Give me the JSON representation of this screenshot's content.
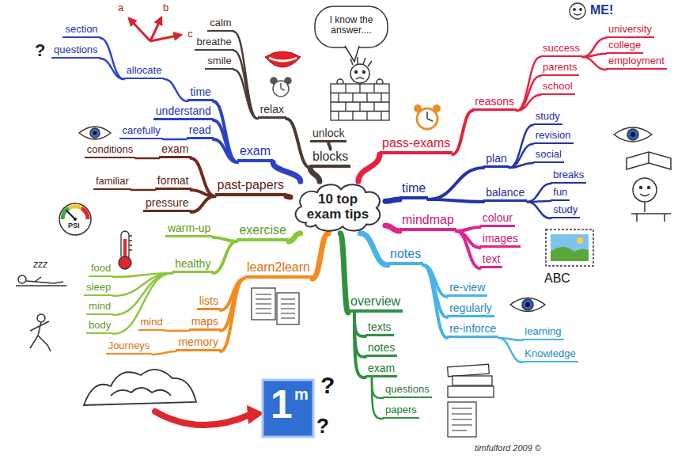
{
  "diagram": {
    "nodes": [
      {
        "text": [
          "10 top exam tips"
        ]
      },
      {
        "text": [
          "blocks"
        ]
      },
      {
        "text": [
          "unlock"
        ]
      },
      {
        "text": [
          "relax"
        ]
      },
      {
        "text": [
          "calm"
        ]
      },
      {
        "text": [
          "breathe"
        ]
      },
      {
        "text": [
          "smile"
        ]
      },
      {
        "text": [
          "pass-exams"
        ]
      },
      {
        "text": [
          "reasons"
        ]
      },
      {
        "text": [
          "success"
        ]
      },
      {
        "text": [
          "university"
        ]
      },
      {
        "text": [
          "college"
        ]
      },
      {
        "text": [
          "employment"
        ]
      },
      {
        "text": [
          "parents"
        ]
      },
      {
        "text": [
          "school"
        ]
      },
      {
        "text": [
          "time"
        ]
      },
      {
        "text": [
          "plan"
        ]
      },
      {
        "text": [
          "study"
        ]
      },
      {
        "text": [
          "revision"
        ]
      },
      {
        "text": [
          "social"
        ]
      },
      {
        "text": [
          "balance"
        ]
      },
      {
        "text": [
          "breaks"
        ]
      },
      {
        "text": [
          "fun"
        ]
      },
      {
        "text": [
          "study"
        ]
      },
      {
        "text": [
          "mindmap"
        ]
      },
      {
        "text": [
          "colour"
        ]
      },
      {
        "text": [
          "images"
        ]
      },
      {
        "text": [
          "text"
        ]
      },
      {
        "text": [
          "notes"
        ]
      },
      {
        "text": [
          "re-view"
        ]
      },
      {
        "text": [
          "regularly"
        ]
      },
      {
        "text": [
          "re-inforce"
        ]
      },
      {
        "text": [
          "learning"
        ]
      },
      {
        "text": [
          "Knowledge"
        ]
      },
      {
        "text": [
          "overview"
        ]
      },
      {
        "text": [
          "texts"
        ]
      },
      {
        "text": [
          "notes"
        ]
      },
      {
        "text": [
          "exam"
        ]
      },
      {
        "text": [
          "questions"
        ]
      },
      {
        "text": [
          "papers"
        ]
      },
      {
        "text": [
          "learn2learn"
        ]
      },
      {
        "text": [
          "lists"
        ]
      },
      {
        "text": [
          "maps"
        ]
      },
      {
        "text": [
          "mind"
        ]
      },
      {
        "text": [
          "memory"
        ]
      },
      {
        "text": [
          "Journeys"
        ]
      },
      {
        "text": [
          "exercise"
        ]
      },
      {
        "text": [
          "warm-up"
        ]
      },
      {
        "text": [
          "healthy"
        ]
      },
      {
        "text": [
          "food"
        ]
      },
      {
        "text": [
          "sleep"
        ]
      },
      {
        "text": [
          "mind"
        ]
      },
      {
        "text": [
          "body"
        ]
      },
      {
        "text": [
          "past-papers"
        ]
      },
      {
        "text": [
          "exam"
        ]
      },
      {
        "text": [
          "conditions"
        ]
      },
      {
        "text": [
          "format"
        ]
      },
      {
        "text": [
          "familiar"
        ]
      },
      {
        "text": [
          "pressure"
        ]
      },
      {
        "text": [
          "exam"
        ]
      },
      {
        "text": [
          "time"
        ]
      },
      {
        "text": [
          "allocate"
        ]
      },
      {
        "text": [
          "section"
        ]
      },
      {
        "text": [
          "questions"
        ]
      },
      {
        "text": [
          "understand"
        ]
      },
      {
        "text": [
          "read"
        ]
      },
      {
        "text": [
          "carefully"
        ]
      }
    ],
    "edges": [
      {
        "from": 0,
        "to": 1,
        "arrow": "none"
      },
      {
        "from": 1,
        "to": 2,
        "arrow": "none"
      },
      {
        "from": 1,
        "to": 3,
        "arrow": "none"
      },
      {
        "from": 3,
        "to": 4,
        "arrow": "none"
      },
      {
        "from": 3,
        "to": 5,
        "arrow": "none"
      },
      {
        "from": 3,
        "to": 6,
        "arrow": "none"
      },
      {
        "from": 0,
        "to": 7,
        "arrow": "none"
      },
      {
        "from": 7,
        "to": 8,
        "arrow": "none"
      },
      {
        "from": 8,
        "to": 9,
        "arrow": "none"
      },
      {
        "from": 9,
        "to": 10,
        "arrow": "none"
      },
      {
        "from": 9,
        "to": 11,
        "arrow": "none"
      },
      {
        "from": 9,
        "to": 12,
        "arrow": "none"
      },
      {
        "from": 8,
        "to": 13,
        "arrow": "none"
      },
      {
        "from": 8,
        "to": 14,
        "arrow": "none"
      },
      {
        "from": 0,
        "to": 15,
        "arrow": "none"
      },
      {
        "from": 15,
        "to": 16,
        "arrow": "none"
      },
      {
        "from": 16,
        "to": 17,
        "arrow": "none"
      },
      {
        "from": 16,
        "to": 18,
        "arrow": "none"
      },
      {
        "from": 16,
        "to": 19,
        "arrow": "none"
      },
      {
        "from": 15,
        "to": 20,
        "arrow": "none"
      },
      {
        "from": 20,
        "to": 21,
        "arrow": "none"
      },
      {
        "from": 20,
        "to": 22,
        "arrow": "none"
      },
      {
        "from": 20,
        "to": 23,
        "arrow": "none"
      },
      {
        "from": 0,
        "to": 24,
        "arrow": "none"
      },
      {
        "from": 24,
        "to": 25,
        "arrow": "none"
      },
      {
        "from": 24,
        "to": 26,
        "arrow": "none"
      },
      {
        "from": 24,
        "to": 27,
        "arrow": "none"
      },
      {
        "from": 0,
        "to": 28,
        "arrow": "none"
      },
      {
        "from": 28,
        "to": 29,
        "arrow": "none"
      },
      {
        "from": 28,
        "to": 30,
        "arrow": "none"
      },
      {
        "from": 28,
        "to": 31,
        "arrow": "none"
      },
      {
        "from": 31,
        "to": 32,
        "arrow": "none"
      },
      {
        "from": 31,
        "to": 33,
        "arrow": "none"
      },
      {
        "from": 0,
        "to": 34,
        "arrow": "none"
      },
      {
        "from": 34,
        "to": 35,
        "arrow": "none"
      },
      {
        "from": 34,
        "to": 36,
        "arrow": "none"
      },
      {
        "from": 34,
        "to": 37,
        "arrow": "none"
      },
      {
        "from": 37,
        "to": 38,
        "arrow": "none"
      },
      {
        "from": 37,
        "to": 39,
        "arrow": "none"
      },
      {
        "from": 0,
        "to": 40,
        "arrow": "none"
      },
      {
        "from": 40,
        "to": 41,
        "arrow": "none"
      },
      {
        "from": 40,
        "to": 42,
        "arrow": "none"
      },
      {
        "from": 42,
        "to": 43,
        "arrow": "none"
      },
      {
        "from": 40,
        "to": 44,
        "arrow": "none"
      },
      {
        "from": 44,
        "to": 45,
        "arrow": "none"
      },
      {
        "from": 0,
        "to": 46,
        "arrow": "none"
      },
      {
        "from": 46,
        "to": 47,
        "arrow": "none"
      },
      {
        "from": 46,
        "to": 48,
        "arrow": "none"
      },
      {
        "from": 48,
        "to": 49,
        "arrow": "none"
      },
      {
        "from": 48,
        "to": 50,
        "arrow": "none"
      },
      {
        "from": 48,
        "to": 51,
        "arrow": "none"
      },
      {
        "from": 48,
        "to": 52,
        "arrow": "none"
      },
      {
        "from": 0,
        "to": 53,
        "arrow": "none"
      },
      {
        "from": 53,
        "to": 54,
        "arrow": "none"
      },
      {
        "from": 54,
        "to": 55,
        "arrow": "none"
      },
      {
        "from": 53,
        "to": 56,
        "arrow": "none"
      },
      {
        "from": 56,
        "to": 57,
        "arrow": "none"
      },
      {
        "from": 53,
        "to": 58,
        "arrow": "none"
      },
      {
        "from": 0,
        "to": 59,
        "arrow": "none"
      },
      {
        "from": 59,
        "to": 60,
        "arrow": "none"
      },
      {
        "from": 60,
        "to": 61,
        "arrow": "none"
      },
      {
        "from": 61,
        "to": 62,
        "arrow": "none"
      },
      {
        "from": 61,
        "to": 63,
        "arrow": "none"
      },
      {
        "from": 59,
        "to": 64,
        "arrow": "none"
      },
      {
        "from": 59,
        "to": 65,
        "arrow": "none"
      },
      {
        "from": 65,
        "to": 66,
        "arrow": "none"
      }
    ],
    "labels": [
      "I know the answer....",
      "ME!",
      "ABC",
      "a",
      "b",
      "c",
      "?",
      "PSI",
      "zzz",
      "1",
      "m",
      "?",
      "?",
      "timfulford 2009 ©"
    ]
  }
}
